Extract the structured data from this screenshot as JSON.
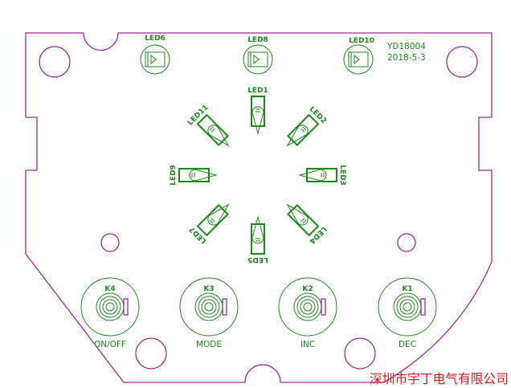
{
  "board": {
    "part_number": "YD18004",
    "date": "2018-5-3",
    "company": "深圳市宇丁电气有限公司",
    "colors": {
      "outline": "#9b2a9b",
      "silkscreen": "#1a8a1a",
      "company_text": "#e0161a"
    }
  },
  "top_leds": [
    {
      "label": "LED6"
    },
    {
      "label": "LED8"
    },
    {
      "label": "LED10"
    }
  ],
  "ring_leds": [
    {
      "label": "LED1"
    },
    {
      "label": "LED2"
    },
    {
      "label": "LED3"
    },
    {
      "label": "LED4"
    },
    {
      "label": "LED5"
    },
    {
      "label": "LED7"
    },
    {
      "label": "LED9"
    },
    {
      "label": "LED11"
    }
  ],
  "buttons": [
    {
      "ref": "K4",
      "function": "ON/OFF"
    },
    {
      "ref": "K3",
      "function": "MODE"
    },
    {
      "ref": "K2",
      "function": "INC"
    },
    {
      "ref": "K1",
      "function": "DEC"
    }
  ]
}
